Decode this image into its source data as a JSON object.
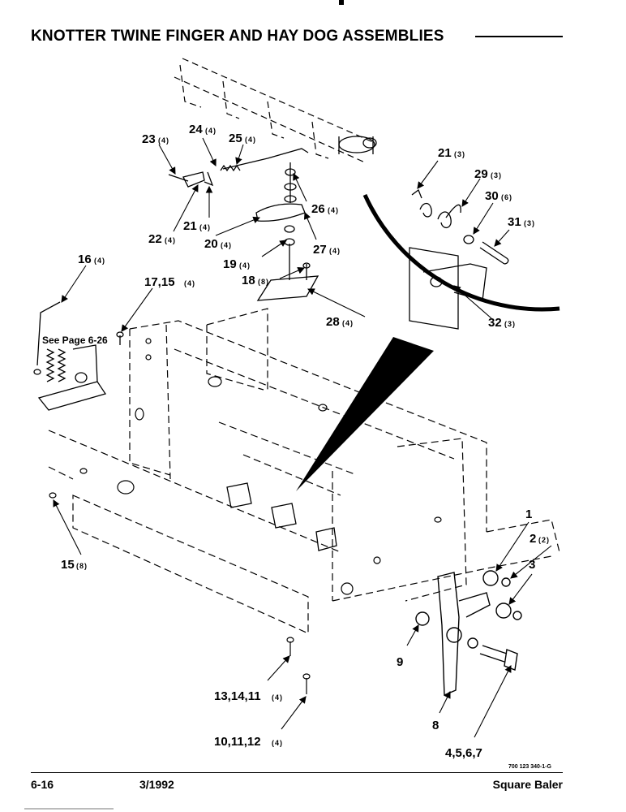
{
  "page": {
    "title": "KNOTTER TWINE FINGER AND HAY DOG ASSEMBLIES",
    "see_page_note": "See Page 6-26",
    "drawing_number": "700 123 340-1-G",
    "footer_page": "6-16",
    "footer_date": "3/1992",
    "footer_product": "Square Baler"
  },
  "callouts": [
    {
      "label": "1",
      "qty": ""
    },
    {
      "label": "2",
      "qty": "(2)"
    },
    {
      "label": "3",
      "qty": ""
    },
    {
      "label": "4,5,6,7",
      "qty": ""
    },
    {
      "label": "8",
      "qty": ""
    },
    {
      "label": "9",
      "qty": ""
    },
    {
      "label": "10,11,12",
      "qty": "(4)"
    },
    {
      "label": "13,14,11",
      "qty": "(4)"
    },
    {
      "label": "15",
      "qty": "(8)"
    },
    {
      "label": "16",
      "qty": "(4)"
    },
    {
      "label": "17,15",
      "qty": "(4)"
    },
    {
      "label": "18",
      "qty": "(8)"
    },
    {
      "label": "19",
      "qty": "(4)"
    },
    {
      "label": "20",
      "qty": "(4)"
    },
    {
      "label": "21",
      "qty": "(4)"
    },
    {
      "label": "22",
      "qty": "(4)"
    },
    {
      "label": "23",
      "qty": "(4)"
    },
    {
      "label": "24",
      "qty": "(4)"
    },
    {
      "label": "25",
      "qty": "(4)"
    },
    {
      "label": "26",
      "qty": "(4)"
    },
    {
      "label": "27",
      "qty": "(4)"
    },
    {
      "label": "28",
      "qty": "(4)"
    },
    {
      "label": "21",
      "qty": "(3)"
    },
    {
      "label": "29",
      "qty": "(3)"
    },
    {
      "label": "30",
      "qty": "(6)"
    },
    {
      "label": "31",
      "qty": "(3)"
    },
    {
      "label": "32",
      "qty": "(3)"
    }
  ]
}
